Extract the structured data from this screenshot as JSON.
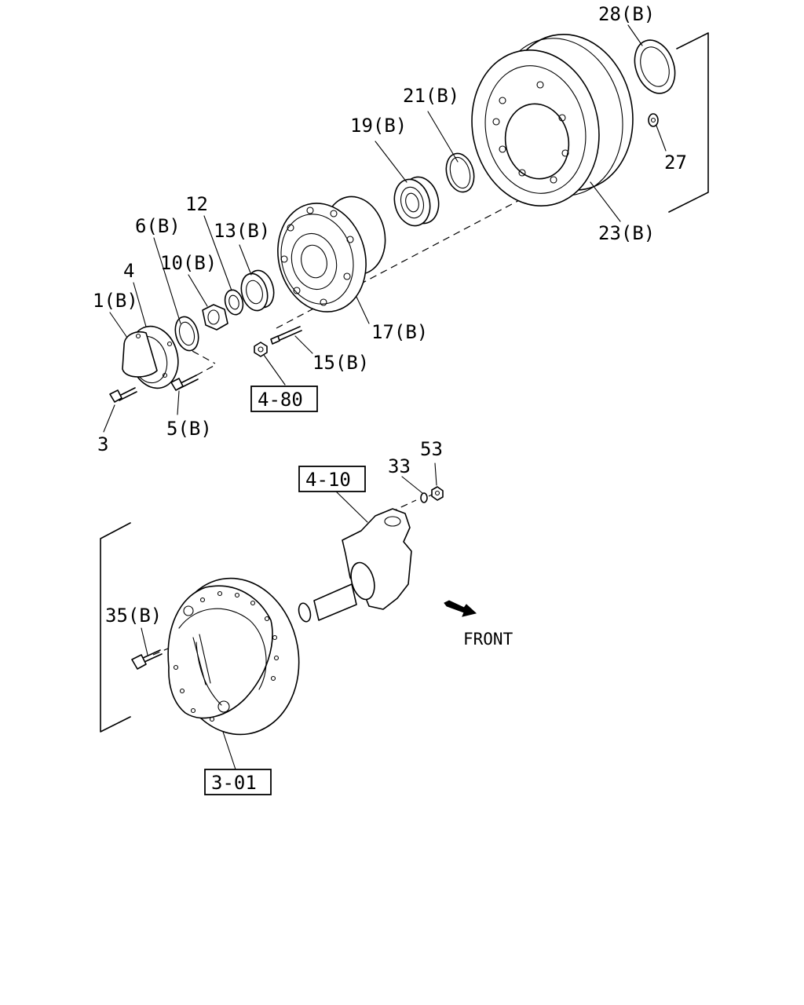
{
  "callouts": {
    "c28b": "28(B)",
    "c21b": "21(B)",
    "c19b": "19(B)",
    "c27": "27",
    "c23b": "23(B)",
    "c12": "12",
    "c6b": "6(B)",
    "c13b": "13(B)",
    "c4": "4",
    "c10b": "10(B)",
    "c1b": "1(B)",
    "c17b": "17(B)",
    "c15b": "15(B)",
    "c3": "3",
    "c5b": "5(B)",
    "c53": "53",
    "c33": "33",
    "c35b": "35(B)"
  },
  "refs": {
    "r480": "4-80",
    "r410": "4-10",
    "r301": "3-01"
  },
  "front_label": "FRONT"
}
